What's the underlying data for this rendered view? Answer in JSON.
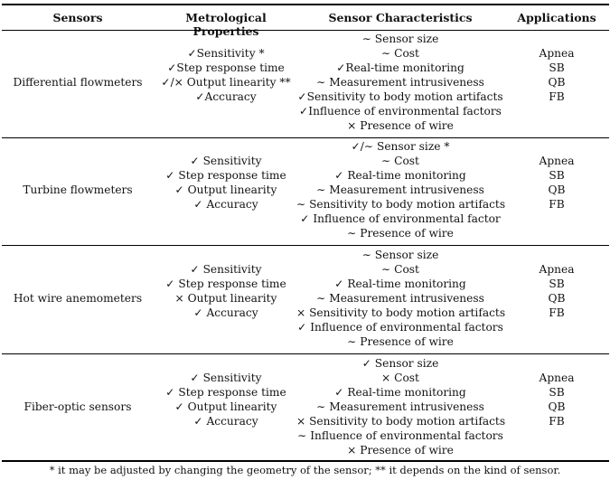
{
  "headers": {
    "sensors": "Sensors",
    "metrological": "Metrological Properties",
    "characteristics": "Sensor Characteristics",
    "applications": "Applications"
  },
  "rows": [
    {
      "sensor": "Differential flowmeters",
      "metrological": [
        "✓Sensitivity *",
        "✓Step response time",
        "✓/× Output linearity **",
        "✓Accuracy"
      ],
      "characteristics": [
        "∼ Sensor size",
        "∼ Cost",
        "✓Real-time monitoring",
        "∼ Measurement intrusiveness",
        "✓Sensitivity to body motion artifacts",
        "✓Influence of environmental factors",
        "× Presence of wire"
      ],
      "applications": [
        "Apnea",
        "SB",
        "QB",
        "FB"
      ]
    },
    {
      "sensor": "Turbine flowmeters",
      "metrological": [
        "✓ Sensitivity",
        "✓ Step response time",
        "✓ Output linearity",
        "✓ Accuracy"
      ],
      "characteristics": [
        "✓/∼ Sensor size *",
        "∼ Cost",
        "✓ Real-time monitoring",
        "∼ Measurement intrusiveness",
        "∼ Sensitivity to body motion artifacts",
        "✓ Influence of environmental factor",
        "∼ Presence of wire"
      ],
      "applications": [
        "Apnea",
        "SB",
        "QB",
        "FB"
      ]
    },
    {
      "sensor": "Hot wire anemometers",
      "metrological": [
        "✓ Sensitivity",
        "✓ Step response time",
        "× Output linearity",
        "✓ Accuracy"
      ],
      "characteristics": [
        "∼ Sensor size",
        "∼ Cost",
        "✓ Real-time monitoring",
        "∼ Measurement intrusiveness",
        "× Sensitivity to body motion artifacts",
        "✓ Influence of environmental factors",
        "∼ Presence of wire"
      ],
      "applications": [
        "Apnea",
        "SB",
        "QB",
        "FB"
      ]
    },
    {
      "sensor": "Fiber-optic sensors",
      "metrological": [
        "✓ Sensitivity",
        "✓ Step response time",
        "✓ Output linearity",
        "✓ Accuracy"
      ],
      "characteristics": [
        "✓ Sensor size",
        "× Cost",
        "✓ Real-time monitoring",
        "∼ Measurement intrusiveness",
        "× Sensitivity to body motion artifacts",
        "∼ Influence of environmental factors",
        "× Presence of wire"
      ],
      "applications": [
        "Apnea",
        "SB",
        "QB",
        "FB"
      ]
    }
  ],
  "footnote": "* it may be adjusted by changing the geometry of the sensor; ** it depends on the kind of sensor."
}
